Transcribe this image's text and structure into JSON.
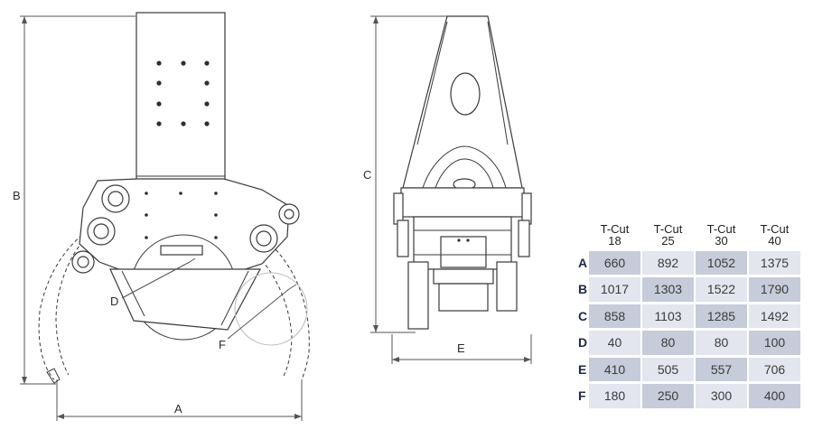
{
  "drawing": {
    "side_view_labels": {
      "b": "B",
      "a": "A",
      "d": "D",
      "f": "F"
    },
    "front_view_labels": {
      "c": "C",
      "e": "E"
    }
  },
  "table": {
    "columns": [
      {
        "line1": "T-Cut",
        "line2": "18"
      },
      {
        "line1": "T-Cut",
        "line2": "25"
      },
      {
        "line1": "T-Cut",
        "line2": "30"
      },
      {
        "line1": "T-Cut",
        "line2": "40"
      }
    ],
    "rows": [
      {
        "label": "A",
        "values": [
          "660",
          "892",
          "1052",
          "1375"
        ]
      },
      {
        "label": "B",
        "values": [
          "1017",
          "1303",
          "1522",
          "1790"
        ]
      },
      {
        "label": "C",
        "values": [
          "858",
          "1103",
          "1285",
          "1492"
        ]
      },
      {
        "label": "D",
        "values": [
          "40",
          "80",
          "80",
          "100"
        ]
      },
      {
        "label": "E",
        "values": [
          "410",
          "505",
          "557",
          "706"
        ]
      },
      {
        "label": "F",
        "values": [
          "180",
          "250",
          "300",
          "400"
        ]
      }
    ],
    "colors": {
      "cell_dark": "#c6ccd9",
      "cell_light": "#e3e6ee",
      "row_label": "#1e2a4a"
    }
  }
}
